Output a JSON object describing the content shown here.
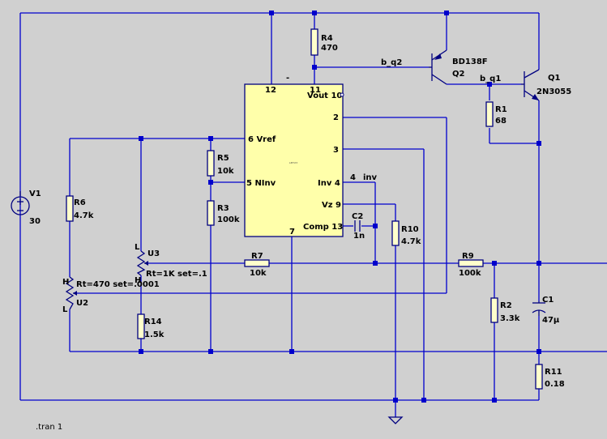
{
  "components": {
    "V1": {
      "name": "V1",
      "value": "30"
    },
    "R4": {
      "name": "R4",
      "value": "470"
    },
    "Q2": {
      "name": "Q2",
      "model": "BD138F"
    },
    "Q1": {
      "name": "Q1",
      "model": "2N3055"
    },
    "R1": {
      "name": "R1",
      "value": "68"
    },
    "R5": {
      "name": "R5",
      "value": "10k"
    },
    "R3": {
      "name": "R3",
      "value": "100k"
    },
    "R6": {
      "name": "R6",
      "value": "4.7k"
    },
    "U3": {
      "name": "U3",
      "params": "Rt=1K set=.1"
    },
    "U2": {
      "name": "U2",
      "params": "Rt=470 set=.0001"
    },
    "R7": {
      "name": "R7",
      "value": "10k"
    },
    "R9": {
      "name": "R9",
      "value": "100k"
    },
    "C2": {
      "name": "C2",
      "value": "1n"
    },
    "R10": {
      "name": "R10",
      "value": "4.7k"
    },
    "R14": {
      "name": "R14",
      "value": "1.5k"
    },
    "R2": {
      "name": "R2",
      "value": "3.3k"
    },
    "C1": {
      "name": "C1",
      "value": "47µ"
    },
    "R11": {
      "name": "R11",
      "value": "0.18"
    }
  },
  "ic": {
    "title_small": "LM723",
    "pin12": "12",
    "pin11": "11",
    "pin_vout": "Vout 10",
    "pin2": "2",
    "pin_vref": "6 Vref",
    "pin3": "3",
    "pin_ninv": "5 NInv",
    "pin_inv": "Inv 4",
    "pin_vz": "Vz 9",
    "pin_comp": "Comp 13",
    "pin7": "7",
    "minus_mark": "-"
  },
  "nets": {
    "b_q2": "b_q2",
    "b_q1": "b_q1",
    "inv_pin": "4",
    "inv": "inv"
  },
  "pot_terminals": {
    "low": "L",
    "high": "H"
  },
  "directive": ".tran 1",
  "colors": {
    "background": "#d0d0d0",
    "wire": "#0000cc",
    "part": "#000080",
    "ic_fill": "#ffffaa"
  }
}
